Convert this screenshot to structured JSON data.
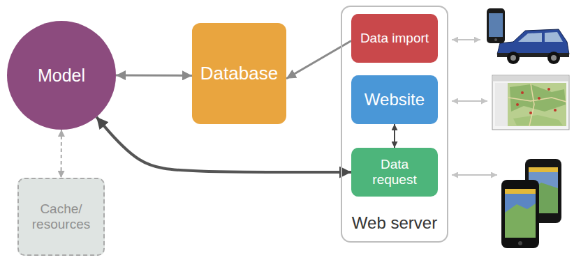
{
  "diagram": {
    "nodes": [
      {
        "text": [
          "Model"
        ]
      },
      {
        "text": [
          "Database"
        ]
      },
      {
        "text": [
          "Web server"
        ]
      },
      {
        "text": [
          "Data import"
        ],
        "in": 2
      },
      {
        "text": [
          "Website"
        ],
        "in": 2
      },
      {
        "text": [
          "Data request"
        ],
        "in": 2
      },
      {
        "text": [
          "Cache/ resources"
        ]
      }
    ],
    "edges": [
      {
        "from": 0,
        "to": 1,
        "arrow": "both"
      },
      {
        "from": 3,
        "to": 1,
        "arrow": "to"
      },
      {
        "from": 0,
        "to": 5,
        "arrow": "both"
      },
      {
        "from": 4,
        "to": 5,
        "arrow": "both"
      },
      {
        "from": 0,
        "to": 6,
        "arrow": "both"
      }
    ]
  }
}
